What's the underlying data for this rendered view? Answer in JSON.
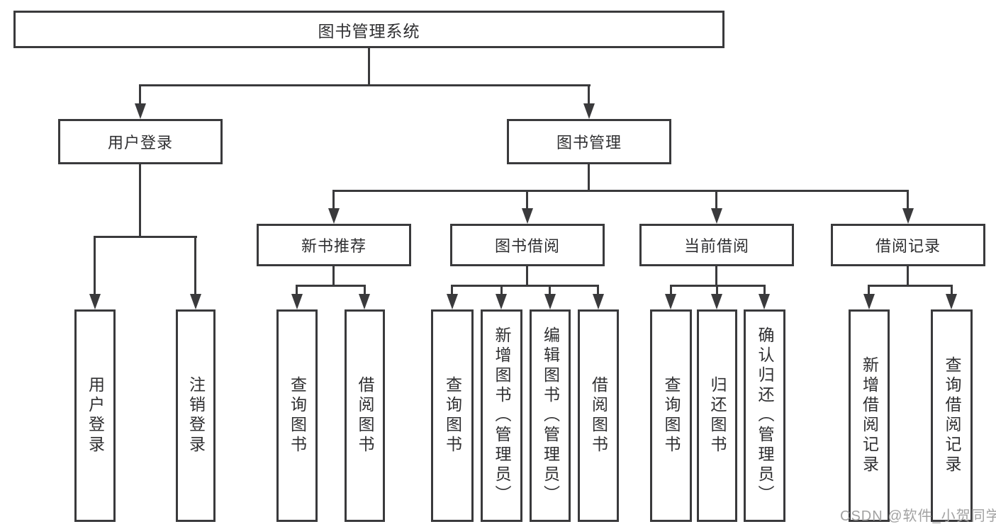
{
  "tree": {
    "label": "图书管理系统",
    "children": [
      {
        "label": "用户登录",
        "children": [
          {
            "label": "用户登录"
          },
          {
            "label": "注销登录"
          }
        ]
      },
      {
        "label": "图书管理",
        "children": [
          {
            "label": "新书推荐",
            "children": [
              {
                "label": "查询图书"
              },
              {
                "label": "借阅图书"
              }
            ]
          },
          {
            "label": "图书借阅",
            "children": [
              {
                "label": "查询图书"
              },
              {
                "label": "新增图书（管理员）"
              },
              {
                "label": "编辑图书（管理员）"
              },
              {
                "label": "借阅图书"
              }
            ]
          },
          {
            "label": "当前借阅",
            "children": [
              {
                "label": "查询图书"
              },
              {
                "label": "归还图书"
              },
              {
                "label": "确认归还（管理员）"
              }
            ]
          },
          {
            "label": "借阅记录",
            "children": [
              {
                "label": "新增借阅记录"
              },
              {
                "label": "查询借阅记录"
              }
            ]
          }
        ]
      }
    ]
  },
  "watermark": {
    "text": "CSDN @软件_小贺同学"
  },
  "colors": {
    "line": "#3a3a3c",
    "text": "#2f2f31",
    "watermark": "#a2a2a2",
    "background": "#ffffff"
  }
}
